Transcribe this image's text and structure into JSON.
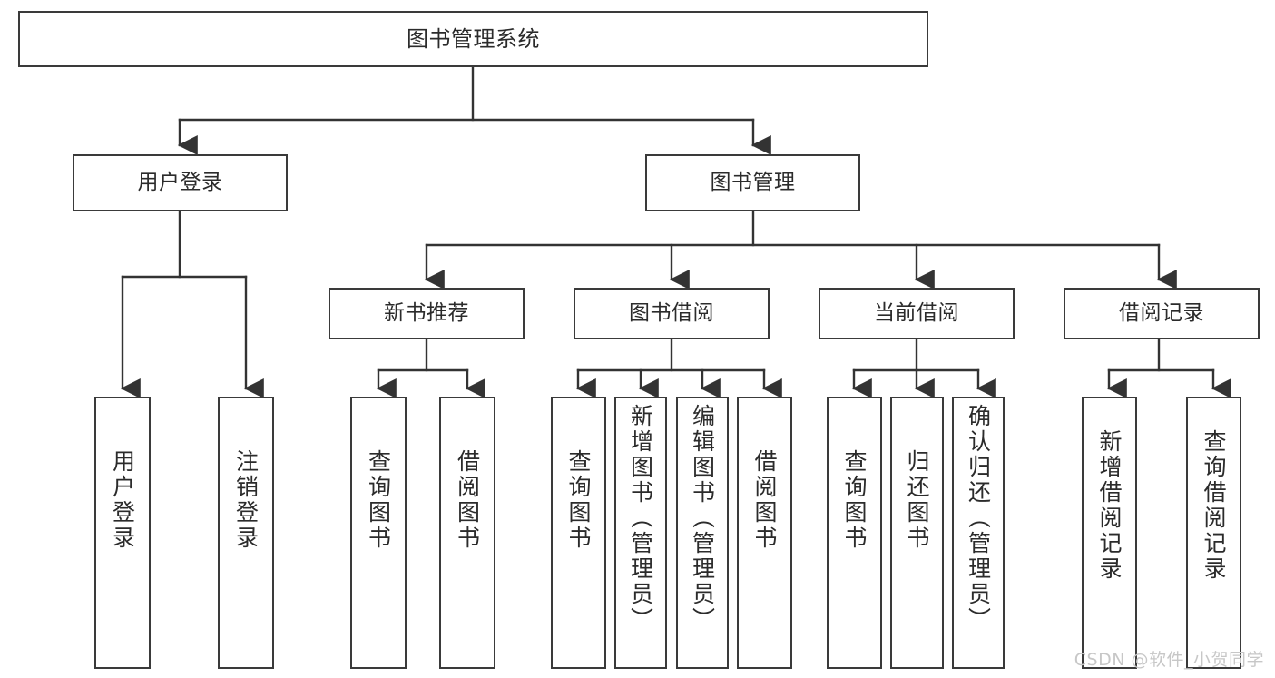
{
  "diagram": {
    "type": "tree",
    "title": "图书管理系统",
    "watermark": "CSDN @软件_小贺同学",
    "colors": {
      "box_border": "#3a3a3a",
      "box_fill": "#ffffff",
      "connector": "#333333",
      "text": "#2b2b2b",
      "watermark": "#c7c7c7",
      "background": "#ffffff"
    },
    "levels": {
      "level1_label": "图书管理系统",
      "level2_labels": [
        "用户登录",
        "图书管理"
      ],
      "level3_labels": [
        "新书推荐",
        "图书借阅",
        "当前借阅",
        "借阅记录"
      ]
    },
    "nodes": {
      "root": {
        "label": "图书管理系统"
      },
      "user_login": {
        "label": "用户登录"
      },
      "book_manage": {
        "label": "图书管理"
      },
      "new_book_rec": {
        "label": "新书推荐"
      },
      "book_borrow": {
        "label": "图书借阅"
      },
      "current_borrow": {
        "label": "当前借阅"
      },
      "borrow_record": {
        "label": "借阅记录"
      }
    },
    "leaves": {
      "user_login": [
        {
          "label": "用户登录"
        },
        {
          "label": "注销登录"
        }
      ],
      "new_book_rec": [
        {
          "label": "查询图书"
        },
        {
          "label": "借阅图书"
        }
      ],
      "book_borrow": [
        {
          "label": "查询图书"
        },
        {
          "label": "新增图书（管理员）"
        },
        {
          "label": "编辑图书（管理员）"
        },
        {
          "label": "借阅图书"
        }
      ],
      "current_borrow": [
        {
          "label": "查询图书"
        },
        {
          "label": "归还图书"
        },
        {
          "label": "确认归还（管理员）"
        }
      ],
      "borrow_record": [
        {
          "label": "新增借阅记录"
        },
        {
          "label": "查询借阅记录"
        }
      ]
    },
    "edges": [
      {
        "from": "图书管理系统",
        "to": "用户登录"
      },
      {
        "from": "图书管理系统",
        "to": "图书管理"
      },
      {
        "from": "图书管理",
        "to": "新书推荐"
      },
      {
        "from": "图书管理",
        "to": "图书借阅"
      },
      {
        "from": "图书管理",
        "to": "当前借阅"
      },
      {
        "from": "图书管理",
        "to": "借阅记录"
      },
      {
        "from": "用户登录",
        "to": "用户登录"
      },
      {
        "from": "用户登录",
        "to": "注销登录"
      },
      {
        "from": "新书推荐",
        "to": "查询图书"
      },
      {
        "from": "新书推荐",
        "to": "借阅图书"
      },
      {
        "from": "图书借阅",
        "to": "查询图书"
      },
      {
        "from": "图书借阅",
        "to": "新增图书（管理员）"
      },
      {
        "from": "图书借阅",
        "to": "编辑图书（管理员）"
      },
      {
        "from": "图书借阅",
        "to": "借阅图书"
      },
      {
        "from": "当前借阅",
        "to": "查询图书"
      },
      {
        "from": "当前借阅",
        "to": "归还图书"
      },
      {
        "from": "当前借阅",
        "to": "确认归还（管理员）"
      },
      {
        "from": "借阅记录",
        "to": "新增借阅记录"
      },
      {
        "from": "借阅记录",
        "to": "查询借阅记录"
      }
    ]
  }
}
